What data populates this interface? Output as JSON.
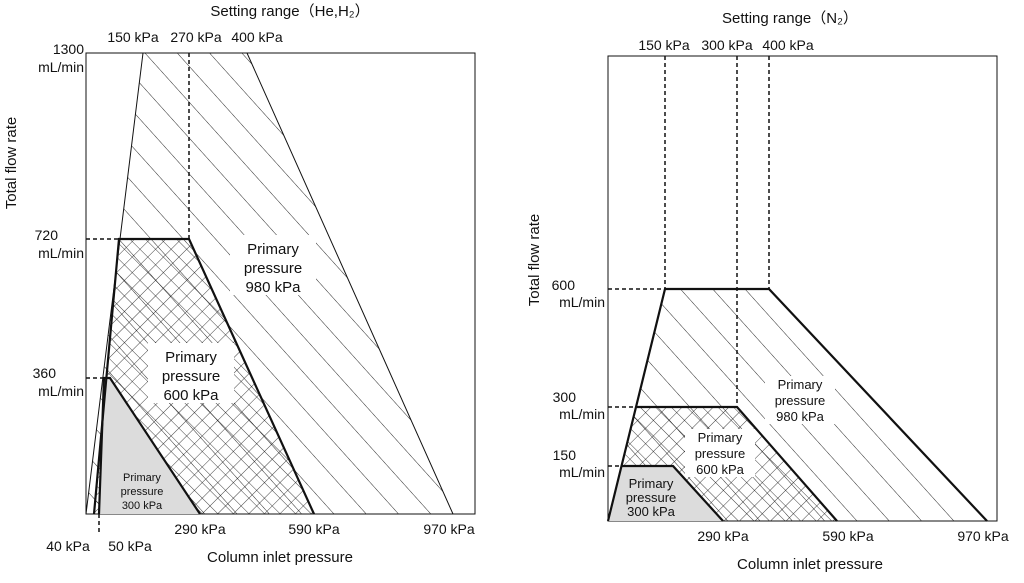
{
  "left_chart": {
    "title": "Setting range（He,H₂）",
    "xlabel": "Column inlet pressure",
    "ylabel": "Total flow rate",
    "top_ticks": [
      "150 kPa",
      "270 kPa",
      "400 kPa"
    ],
    "y_ticks": [
      {
        "value": "1300",
        "unit": "mL/min"
      },
      {
        "value": "720",
        "unit": "mL/min"
      },
      {
        "value": "360",
        "unit": "mL/min"
      }
    ],
    "x_ticks": [
      "40 kPa",
      "50 kPa",
      "290 kPa",
      "590 kPa",
      "970 kPa"
    ],
    "regions": [
      {
        "name": "Primary pressure 980 kPa",
        "lines": [
          "Primary",
          "pressure",
          "980 kPa"
        ],
        "fill": "hatch"
      },
      {
        "name": "Primary pressure 600 kPa",
        "lines": [
          "Primary",
          "pressure",
          "600 kPa"
        ],
        "fill": "crosshatch"
      },
      {
        "name": "Primary pressure 300 kPa",
        "lines": [
          "Primary",
          "pressure",
          "300 kPa"
        ],
        "fill": "#dcdcdc"
      }
    ]
  },
  "right_chart": {
    "title": "Setting range（N₂）",
    "xlabel": "Column inlet pressure",
    "ylabel": "Total flow rate",
    "top_ticks": [
      "150 kPa",
      "300 kPa",
      "400 kPa"
    ],
    "y_ticks": [
      {
        "value": "600",
        "unit": "mL/min"
      },
      {
        "value": "300",
        "unit": "mL/min"
      },
      {
        "value": "150",
        "unit": "mL/min"
      }
    ],
    "x_ticks": [
      "290 kPa",
      "590 kPa",
      "970 kPa"
    ],
    "regions": [
      {
        "name": "Primary pressure 980 kPa",
        "lines": [
          "Primary",
          "pressure",
          "980 kPa"
        ],
        "fill": "hatch"
      },
      {
        "name": "Primary pressure 600 kPa",
        "lines": [
          "Primary",
          "pressure",
          "600 kPa"
        ],
        "fill": "crosshatch"
      },
      {
        "name": "Primary pressure 300 kPa",
        "lines": [
          "Primary",
          "pressure",
          "300 kPa"
        ],
        "fill": "#dcdcdc"
      }
    ]
  },
  "colors": {
    "line": "#111111",
    "region_300_fill": "#dcdcdc",
    "background": "#ffffff"
  }
}
